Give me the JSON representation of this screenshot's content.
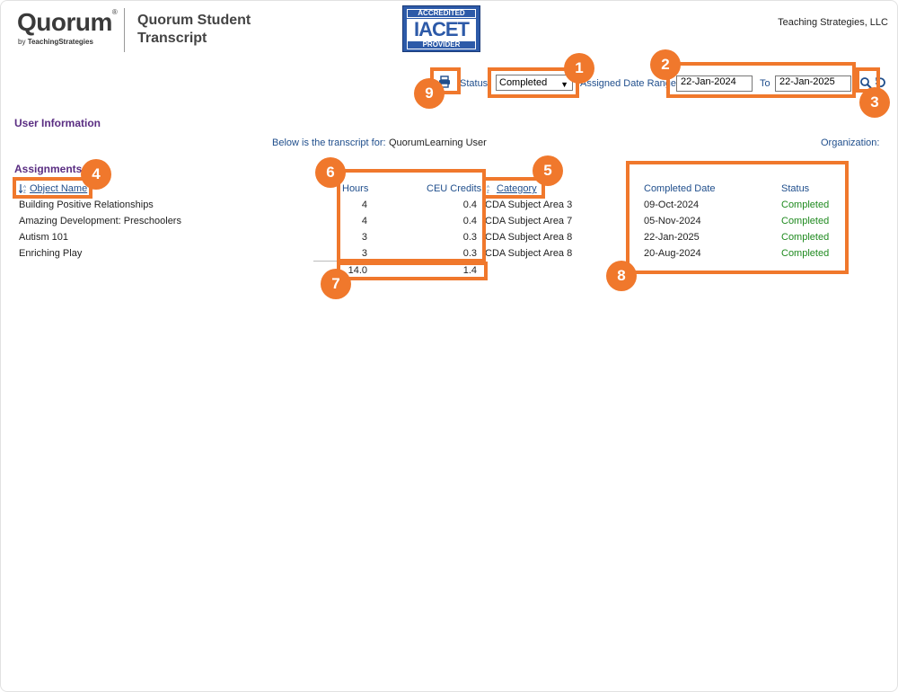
{
  "header": {
    "logo_text": "Quorum",
    "logo_by": "by",
    "logo_brand": "TeachingStrategies",
    "title_line1": "Quorum Student",
    "title_line2": "Transcript",
    "badge_top": "ACCREDITED",
    "badge_mid": "IACET",
    "badge_bottom": "PROVIDER",
    "company": "Teaching Strategies, LLC"
  },
  "filters": {
    "status_label": "Status:",
    "status_value": "Completed",
    "range_label": "Assigned Date Range:",
    "date_from": "22-Jan-2024",
    "to_label": "To",
    "date_to": "22-Jan-2025"
  },
  "user_info": {
    "heading": "User Information",
    "transcript_for_label": "Below is the transcript for:",
    "user_name": "QuorumLearning User",
    "org_label": "Organization:"
  },
  "assignments": {
    "heading": "Assignments",
    "columns": {
      "name": "Object Name",
      "hours": "Hours",
      "ceu": "CEU Credits",
      "category": "Category",
      "completed_date": "Completed Date",
      "status": "Status"
    },
    "rows": [
      {
        "name": "Building Positive Relationships",
        "hours": "4",
        "ceu": "0.4",
        "category": "CDA Subject Area 3",
        "date": "09-Oct-2024",
        "status": "Completed"
      },
      {
        "name": "Amazing Development: Preschoolers",
        "hours": "4",
        "ceu": "0.4",
        "category": "CDA Subject Area 7",
        "date": "05-Nov-2024",
        "status": "Completed"
      },
      {
        "name": "Autism 101",
        "hours": "3",
        "ceu": "0.3",
        "category": "CDA Subject Area 8",
        "date": "22-Jan-2025",
        "status": "Completed"
      },
      {
        "name": "Enriching Play",
        "hours": "3",
        "ceu": "0.3",
        "category": "CDA Subject Area 8",
        "date": "20-Aug-2024",
        "status": "Completed"
      }
    ],
    "total_hours": "14.0",
    "total_ceu": "1.4"
  },
  "annotations": [
    "1",
    "2",
    "3",
    "4",
    "5",
    "6",
    "7",
    "8",
    "9"
  ],
  "colors": {
    "accent_orange": "#f0782c",
    "link_blue": "#1f4e8c",
    "heading_purple": "#5a2d82",
    "status_green": "#1f8a1f"
  }
}
